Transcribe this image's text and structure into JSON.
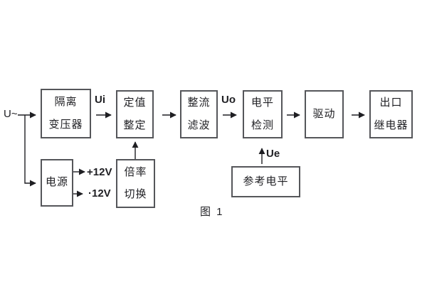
{
  "figure": {
    "caption": "图 1"
  },
  "blocks": {
    "isolation_transformer": {
      "line1": "隔离",
      "line2": "变压器"
    },
    "setpoint_setting": {
      "line1": "定值",
      "line2": "整定"
    },
    "rectifier_filter": {
      "line1": "整流",
      "line2": "滤波"
    },
    "level_detection": {
      "line1": "电平",
      "line2": "检测"
    },
    "driver": {
      "line1": "驱动"
    },
    "output_relay": {
      "line1": "出口",
      "line2": "继电器"
    },
    "power_supply": {
      "line1": "电源"
    },
    "ratio_switching": {
      "line1": "倍率",
      "line2": "切换"
    },
    "reference_level": {
      "line1": "参考电平"
    }
  },
  "labels": {
    "input_voltage": "U~",
    "ui": "Ui",
    "uo": "Uo",
    "ue": "Ue",
    "plus_12v": "+12V",
    "minus_12v": "·12V"
  },
  "colors": {
    "background": "#ffffff",
    "box_border": "#55565a",
    "text": "#1f1f23",
    "line": "#1f1f23"
  }
}
